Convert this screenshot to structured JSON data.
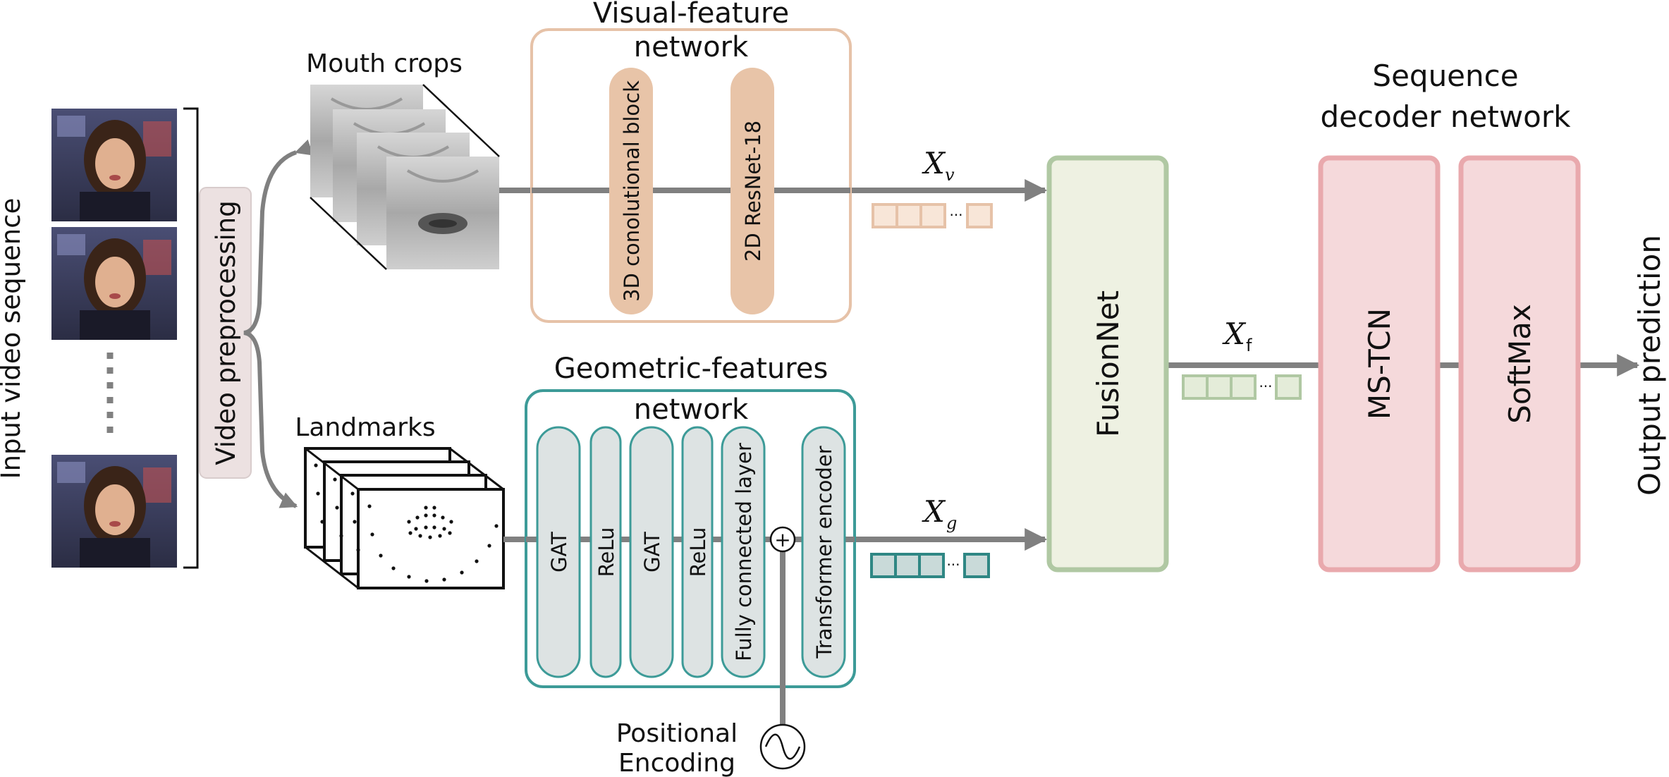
{
  "input": {
    "label": "Input video sequence",
    "dots": "⋮"
  },
  "preprocessing": {
    "label": "Video preprocessing"
  },
  "mouth": {
    "label": "Mouth crops"
  },
  "landmarks": {
    "label": "Landmarks"
  },
  "visual": {
    "title_line1": "Visual-feature",
    "title_line2": "network",
    "block1": "3D conolutional block",
    "block2": "2D ResNet-18"
  },
  "geometric": {
    "title_line1": "Geometric-features",
    "title_line2": "network",
    "layers": [
      "GAT",
      "ReLu",
      "GAT",
      "ReLu",
      "Fully connected layer"
    ],
    "transformer": "Transformer encoder",
    "plus": "+"
  },
  "positional": {
    "line1": "Positional",
    "line2": "Encoding"
  },
  "features": {
    "xv": "X",
    "xv_sub": "v",
    "xg": "X",
    "xg_sub": "g",
    "xf": "X",
    "xf_sub": "f",
    "ellipsis": "···"
  },
  "fusion": {
    "label": "FusionNet"
  },
  "decoder": {
    "title_line1": "Sequence",
    "title_line2": "decoder network",
    "mstcn": "MS-TCN",
    "softmax": "SoftMax"
  },
  "output": {
    "label": "Output prediction"
  },
  "colors": {
    "arrow": "#808080",
    "visual_fill": "#e8c4a8",
    "visual_border": "#e6c2a8",
    "geo_border": "#3d9b98",
    "geo_fill": "#dde3e3",
    "fusion_fill": "#eef1e2",
    "fusion_border": "#b0c8a3",
    "decoder_fill": "#f5d9db",
    "decoder_border": "#e9a9ad",
    "prep_fill": "#ece1e1"
  }
}
